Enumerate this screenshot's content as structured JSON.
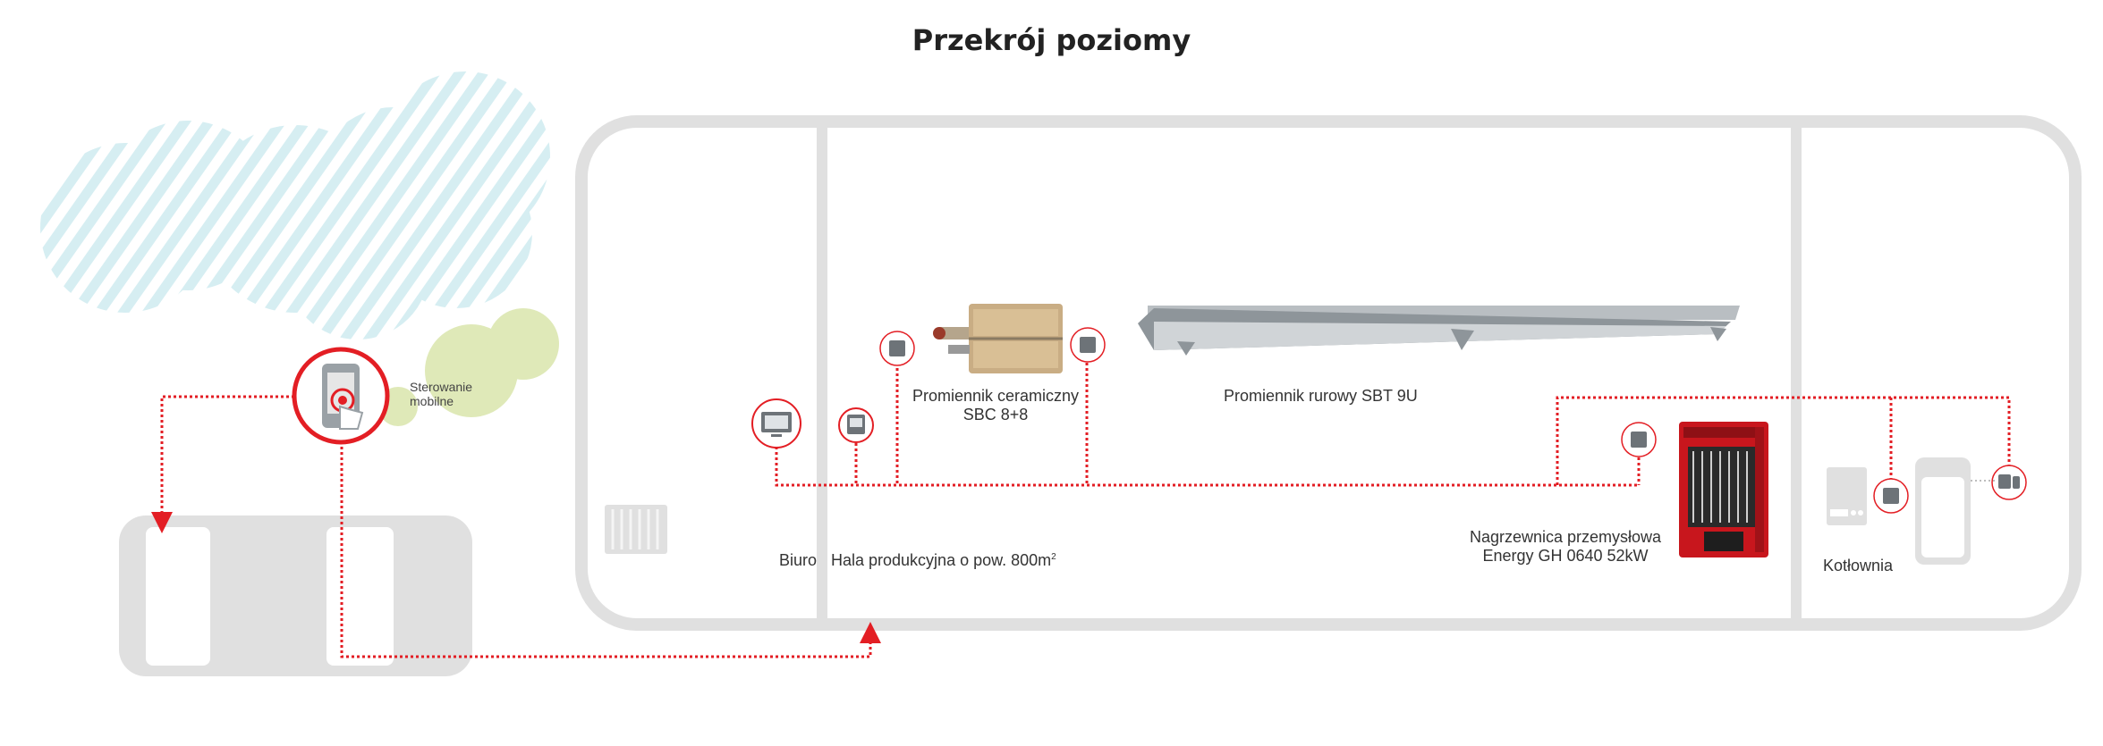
{
  "title": "Przekrój poziomy",
  "mobile": {
    "label_line1": "Sterowanie",
    "label_line2": "mobilne"
  },
  "heaters": {
    "ceramic": {
      "line1": "Promiennik ceramiczny",
      "line2": "SBC 8+8"
    },
    "tube": {
      "line1": "Promiennik rurowy SBT 9U"
    },
    "industrial": {
      "line1": "Nagrzewnica przemysłowa",
      "line2": "Energy GH 0640 52kW"
    }
  },
  "rooms": {
    "office": "Biuro",
    "hall": "Hala produkcyjna o pow. 800m",
    "hall_sup": "2",
    "boiler": "Kotłownia"
  },
  "colors": {
    "wall": "#e0e0e0",
    "link": "#e31e24",
    "cloud": "#d6eef2",
    "tree": "#dfe9b8",
    "heater_red": "#c8161d"
  }
}
